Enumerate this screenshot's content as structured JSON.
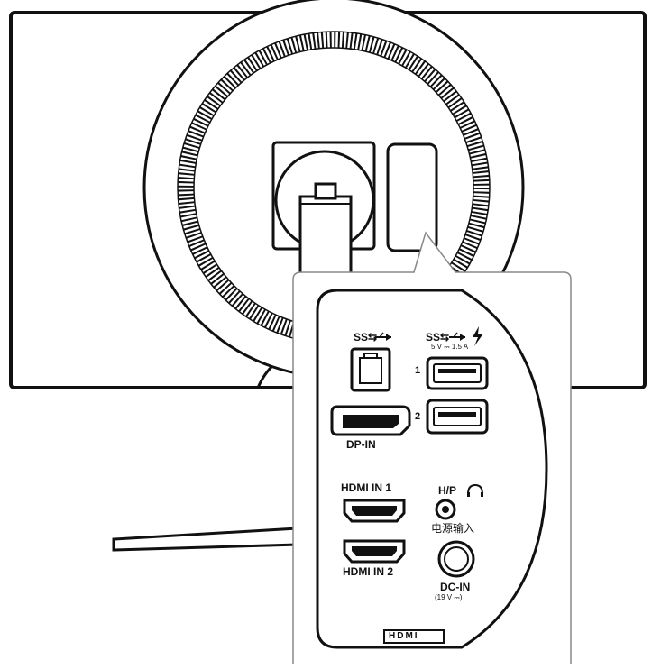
{
  "labels": {
    "usb_b": "SS⇆",
    "usb_a": "SS⇆",
    "usb_a_power": "5 V ⎓ 1.5 A",
    "port_1": "1",
    "port_2": "2",
    "dp_in": "DP-IN",
    "hdmi_in_1": "HDMI IN 1",
    "hdmi_in_2": "HDMI IN 2",
    "headphone": "H/P",
    "power_input_cn": "电源输入",
    "dc_in": "DC-IN",
    "dc_in_voltage": "(19 V ⎓)",
    "hdmi_logo": "HDMI"
  }
}
